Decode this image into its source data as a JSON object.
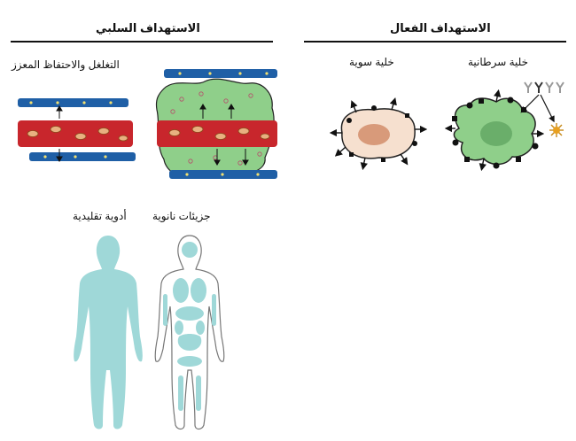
{
  "active": {
    "heading": "الاستهداف الفعال",
    "cancer_cell_label": "خلية سرطانية",
    "normal_cell_label": "خلية سوية"
  },
  "passive": {
    "heading": "الاستهداف السلبي",
    "epr_label": "التغلغل والاحتفاظ المعزز",
    "nanoparticles_label": "جزيئات نانوية",
    "conventional_label": "أدوية تقليدية"
  },
  "colors": {
    "vessel_red": "#c8262c",
    "vessel_blue": "#1f5fa6",
    "tumor_green": "#8fcf8a",
    "normal_cell": "#f6e0cf",
    "body_teal": "#9fd8d8"
  }
}
